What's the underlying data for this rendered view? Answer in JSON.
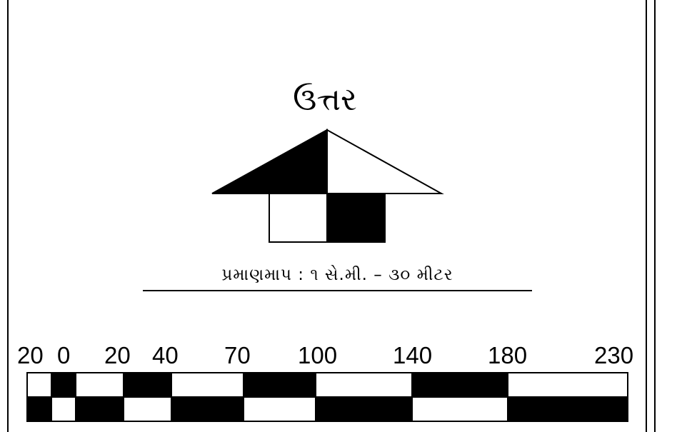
{
  "north": {
    "label": "ઉત્તર"
  },
  "scale": {
    "caption": "પ્રમાણમાપ : ૧ સે.મી. – ૩૦ મીટર",
    "ticks": [
      "20",
      "0",
      "20",
      "40",
      "70",
      "100",
      "140",
      "180",
      "230"
    ]
  },
  "colors": {
    "ink": "#000000",
    "paper": "#ffffff"
  }
}
